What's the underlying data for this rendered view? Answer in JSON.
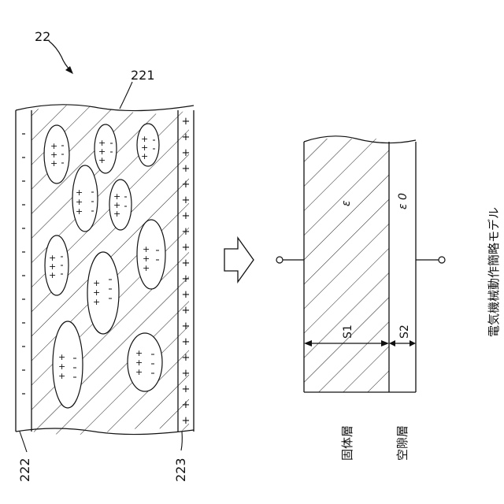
{
  "figure": {
    "ref_main": "22",
    "ref_solid": "221",
    "ref_electrode_left": "222",
    "ref_electrode_right": "223",
    "solid_layer_label": "固体層",
    "air_gap_label": "空隙層",
    "model_title": "電気機械動作簡略モデル",
    "epsilon": "ε",
    "epsilon0": "ε 0",
    "s1": "S1",
    "s2": "S2"
  }
}
